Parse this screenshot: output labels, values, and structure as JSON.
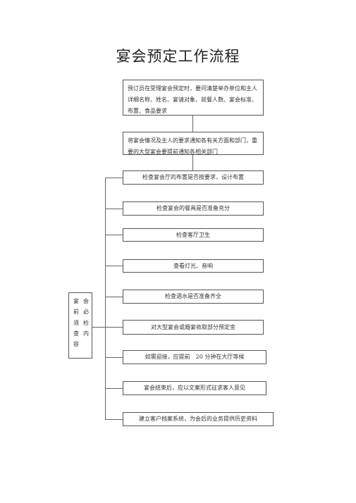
{
  "title": "宴会预定工作流程",
  "steps": [
    "预订员在受理宴会预定时，要问清楚举办单位和主人详细名称、姓名、宴请对象、就餐人数、宴会标准、布置、食品要求",
    "将宴会情况及主人的要求通知各有关方面和部门，重要的大型宴会要提前通知各相关部门"
  ],
  "checks": [
    "检查宴会厅的布置是否按要求，设计布置",
    "检查宴会的餐具是否准备充分",
    "检查客厅卫生",
    "查看灯光、音响",
    "检查酒水是否准备齐全",
    "对大型宴会或婚宴收取部分预定金",
    "如需迎接，应提前　20 分钟在大厅等候",
    "宴会结束后，应以文案形式征求客人意见",
    "建立客户档案系统，为会后的业务提供历史资料"
  ],
  "side_chars": [
    "宴",
    "会",
    "前",
    "必",
    "须",
    "检",
    "查",
    "内",
    "容"
  ]
}
